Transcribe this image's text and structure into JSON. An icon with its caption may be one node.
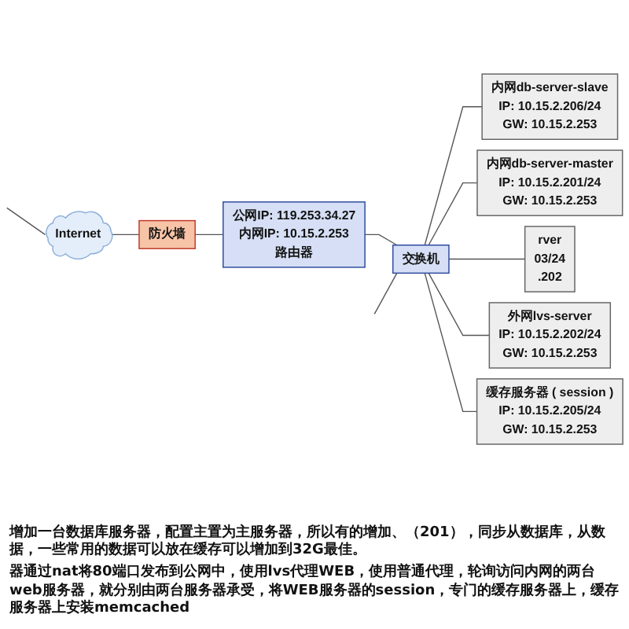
{
  "diagram": {
    "nodes": [
      {
        "text": [
          "Internet"
        ]
      },
      {
        "text": [
          "防火墙"
        ]
      },
      {
        "text": [
          "公网IP: 119.253.34.27",
          "内网IP: 10.15.2.253",
          "路由器"
        ]
      },
      {
        "text": [
          "内网db-server-slave",
          "IP: 10.15.2.206/24",
          "GW: 10.15.2.253"
        ]
      },
      {
        "text": [
          "交换机"
        ]
      },
      {
        "text": [
          "内网db-server-master",
          "IP: 10.15.2.201/24",
          "GW: 10.15.2.253"
        ]
      },
      {
        "text": [
          "rver",
          "03/24",
          ".202"
        ]
      },
      {
        "text": [
          "外网lvs-server",
          "IP: 10.15.2.202/24",
          "GW: 10.15.2.253"
        ]
      },
      {
        "text": [
          "缓存服务器 ( session )",
          "IP: 10.15.2.205/24",
          "GW: 10.15.2.253"
        ]
      }
    ],
    "edges": [
      {
        "from": null,
        "to": 0,
        "arrow": "none"
      },
      {
        "from": 0,
        "to": 1,
        "arrow": "none"
      },
      {
        "from": 1,
        "to": 2,
        "arrow": "none"
      },
      {
        "from": 2,
        "to": 4,
        "arrow": "none"
      },
      {
        "from": 4,
        "to": 3,
        "arrow": "none"
      },
      {
        "from": 4,
        "to": 5,
        "arrow": "none"
      },
      {
        "from": null,
        "to": 4,
        "arrow": "none"
      },
      {
        "from": 4,
        "to": 6,
        "arrow": "none"
      },
      {
        "from": 4,
        "to": 7,
        "arrow": "none"
      },
      {
        "from": 4,
        "to": 8,
        "arrow": "none"
      }
    ],
    "labels": [
      "增加一台数据库服务器，配置主置为主服务器，所以有的增加、（201），同步从数据库，从数据，一些常用的数据可以放在缓存可以增加到32G最佳。",
      "器通过nat将80端口发布到公网中，使用lvs代理WEB，使用普通代理，轮询访问内网的两台web服务器，就分别由两台服务器承受，将WEB服务器的session，专门的缓存服务器上，缓存服务器上安装memcached"
    ]
  }
}
